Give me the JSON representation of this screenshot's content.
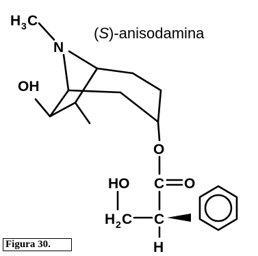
{
  "title": {
    "prefix": "(",
    "stereo": "S",
    "suffix": ")-anisodamina"
  },
  "caption": "Figura 30.",
  "atoms": {
    "methyl_h": "H",
    "methyl_sub": "3",
    "methyl_c": "C",
    "nitrogen": "N",
    "hydroxyl": "OH",
    "ester_o": "O",
    "ho": "HO",
    "carbonyl_c": "C",
    "carbonyl_o": "O",
    "ch2_h": "H",
    "ch2_sub": "2",
    "ch2_c": "C",
    "chiral_c": "C",
    "chiral_h": "H"
  }
}
